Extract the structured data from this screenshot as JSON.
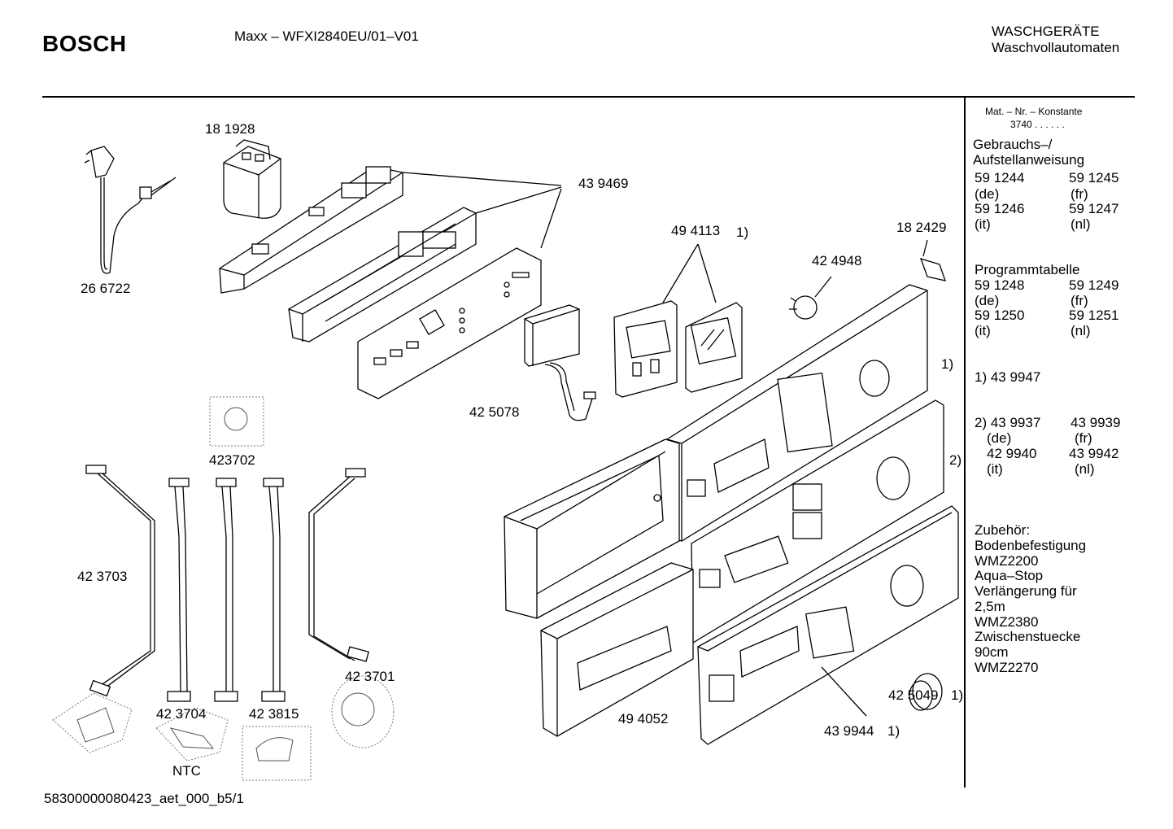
{
  "header": {
    "brand": "BOSCH",
    "model": "Maxx – WFXI2840EU/01–V01",
    "category_line1": "WASCHGERÄTE",
    "category_line2": "Waschvollautomaten"
  },
  "footer": {
    "doc_id": "58300000080423_aet_000_b5/1"
  },
  "parts": {
    "p181928": "18 1928",
    "p439469": "43 9469",
    "p266722": "26 6722",
    "p494113": "49 4113",
    "p494113_note": "1)",
    "p182429": "18 2429",
    "p424948": "42 4948",
    "p425078": "42 5078",
    "p423702": "423702",
    "p423703": "42 3703",
    "p423701": "42 3701",
    "p423704": "42 3704",
    "p423815": "42 3815",
    "ntc": "NTC",
    "p494052": "49 4052",
    "p439944": "43 9944",
    "p439944_note": "1)",
    "p425049": "42 5049",
    "p425049_note": "1)",
    "panel_note1": "1)",
    "panel_note2": "2)"
  },
  "sidebar": {
    "mat_label": "Mat. – Nr. – Konstante",
    "mat_value": "3740  .  .  .  .  .  .",
    "gebrauchs_title1": "Gebrauchs–/",
    "gebrauchs_title2": "Aufstellanweisung",
    "g1_a": "59 1244",
    "g1_b": "59 1245",
    "g1_la": "(de)",
    "g1_lb": "(fr)",
    "g2_a": "59 1246",
    "g2_b": "59 1247",
    "g2_la": "(it)",
    "g2_lb": "(nl)",
    "prog_title": "Programmtabelle",
    "p1_a": "59 1248",
    "p1_b": "59 1249",
    "p1_la": "(de)",
    "p1_lb": "(fr)",
    "p2_a": "59 1250",
    "p2_b": "59 1251",
    "p2_la": "(it)",
    "p2_lb": "(nl)",
    "note1": "1)  43 9947",
    "n2_a": "2) 43 9937",
    "n2_b": "43 9939",
    "n2_la": "(de)",
    "n2_lb": "(fr)",
    "n3_a": "42 9940",
    "n3_b": "43 9942",
    "n3_la": "(it)",
    "n3_lb": "(nl)",
    "zub_title": "Zubehör:",
    "zub": [
      "Bodenbefestigung",
      "WMZ2200",
      "Aqua–Stop",
      "Verlängerung für",
      "2,5m",
      "WMZ2380",
      "Zwischenstuecke",
      "90cm",
      "WMZ2270"
    ]
  }
}
